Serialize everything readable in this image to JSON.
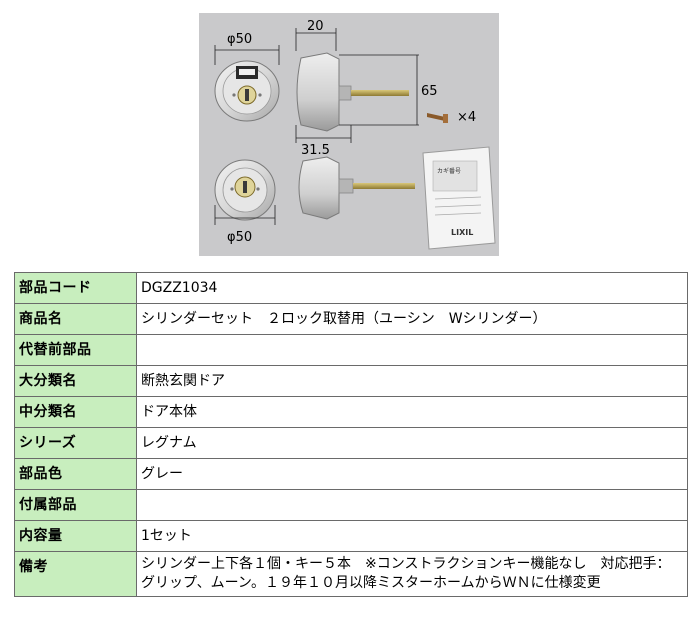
{
  "figure": {
    "dim_top_diameter": "φ50",
    "dim_thickness": "20",
    "dim_height": "65",
    "dim_length": "31.5",
    "dim_bottom_diameter": "φ50",
    "screw_count": "×4",
    "package_brand": "LIXIL",
    "package_label": "カギ番号"
  },
  "spec": {
    "rows": [
      {
        "label": "部品コード",
        "value": "DGZZ1034"
      },
      {
        "label": "商品名",
        "value": "シリンダーセット　２ロック取替用（ユーシン　Wシリンダー）"
      },
      {
        "label": "代替前部品",
        "value": ""
      },
      {
        "label": "大分類名",
        "value": "断熱玄関ドア"
      },
      {
        "label": "中分類名",
        "value": "ドア本体"
      },
      {
        "label": "シリーズ",
        "value": "レグナム"
      },
      {
        "label": "部品色",
        "value": "グレー"
      },
      {
        "label": "付属部品",
        "value": ""
      },
      {
        "label": "内容量",
        "value": "1セット"
      },
      {
        "label": "備考",
        "value": "シリンダー上下各１個・キー５本　※コンストラクションキー機能なし　対応把手：グリップ、ムーン。１９年１０月以降ミスターホームからＷＮに仕様変更"
      }
    ]
  }
}
